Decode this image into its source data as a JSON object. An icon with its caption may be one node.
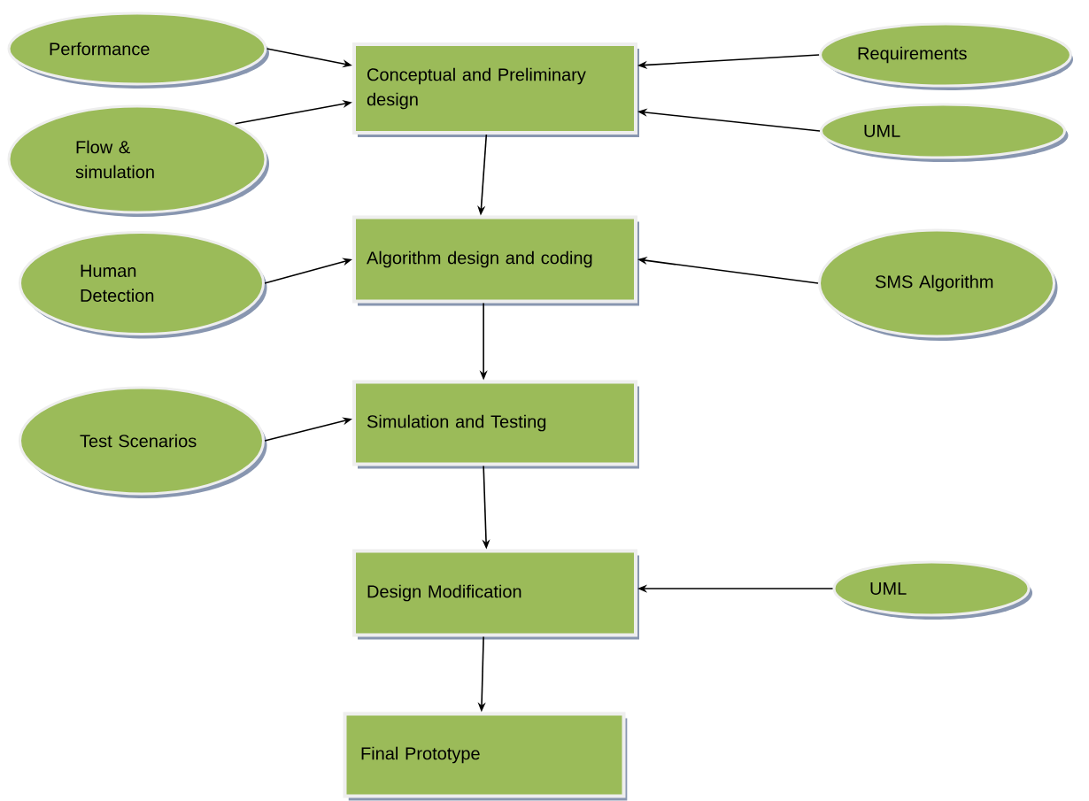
{
  "diagram": {
    "nodes": [
      {
        "text": [
          "Performance"
        ]
      },
      {
        "text": [
          "Conceptual and Preliminary design"
        ]
      },
      {
        "text": [
          "Requirements"
        ]
      },
      {
        "text": [
          "Flow & simulation"
        ]
      },
      {
        "text": [
          "UML"
        ]
      },
      {
        "text": [
          "Human Detection"
        ]
      },
      {
        "text": [
          "Algorithm design and coding"
        ]
      },
      {
        "text": [
          "SMS Algorithm"
        ]
      },
      {
        "text": [
          "Test Scenarios"
        ]
      },
      {
        "text": [
          "Simulation and Testing"
        ]
      },
      {
        "text": [
          "Design Modification"
        ]
      },
      {
        "text": [
          "UML"
        ]
      },
      {
        "text": [
          "Final Prototype"
        ]
      }
    ],
    "edges": [
      {
        "from": 0,
        "to": 1,
        "arrow": "to"
      },
      {
        "from": 3,
        "to": 1,
        "arrow": "to"
      },
      {
        "from": 2,
        "to": 1,
        "arrow": "to"
      },
      {
        "from": 4,
        "to": 1,
        "arrow": "to"
      },
      {
        "from": 1,
        "to": 6,
        "arrow": "to"
      },
      {
        "from": 5,
        "to": 6,
        "arrow": "to"
      },
      {
        "from": 7,
        "to": 6,
        "arrow": "to"
      },
      {
        "from": 6,
        "to": 9,
        "arrow": "to"
      },
      {
        "from": 8,
        "to": 9,
        "arrow": "to"
      },
      {
        "from": 9,
        "to": 10,
        "arrow": "to"
      },
      {
        "from": 11,
        "to": 10,
        "arrow": "to"
      },
      {
        "from": 10,
        "to": 12,
        "arrow": "to"
      }
    ]
  }
}
